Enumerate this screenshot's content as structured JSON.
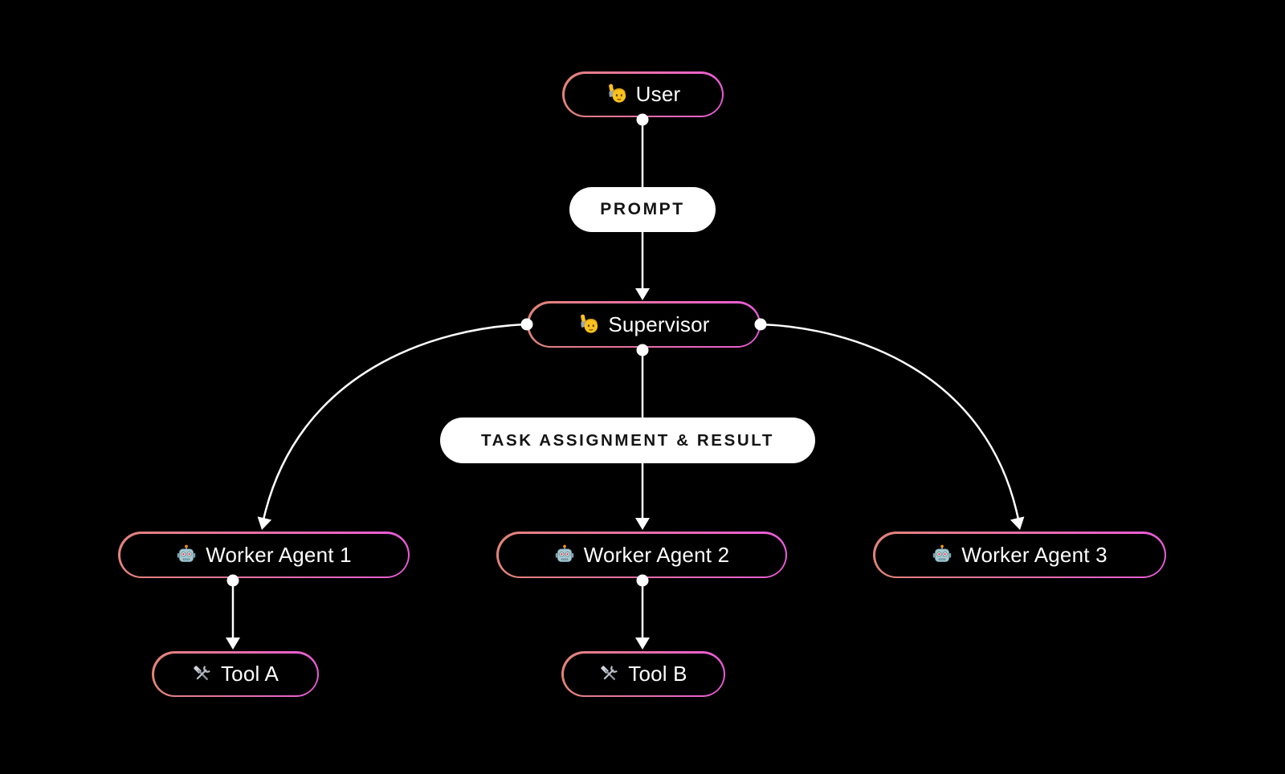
{
  "diagram": {
    "type": "flowchart",
    "nodes": {
      "user": {
        "label": "User",
        "icon": "person-raising-hand"
      },
      "supervisor": {
        "label": "Supervisor",
        "icon": "person-raising-hand"
      },
      "worker_agent_1": {
        "label": "Worker Agent 1",
        "icon": "robot"
      },
      "worker_agent_2": {
        "label": "Worker Agent 2",
        "icon": "robot"
      },
      "worker_agent_3": {
        "label": "Worker Agent 3",
        "icon": "robot"
      },
      "tool_a": {
        "label": "Tool A",
        "icon": "hammer-and-wrench"
      },
      "tool_b": {
        "label": "Tool B",
        "icon": "hammer-and-wrench"
      }
    },
    "edges": [
      {
        "from": "user",
        "to": "supervisor",
        "label": "PROMPT"
      },
      {
        "from": "supervisor",
        "to": "worker_agent_1",
        "label": ""
      },
      {
        "from": "supervisor",
        "to": "worker_agent_2",
        "label": "TASK ASSIGNMENT & RESULT"
      },
      {
        "from": "supervisor",
        "to": "worker_agent_3",
        "label": ""
      },
      {
        "from": "worker_agent_1",
        "to": "tool_a",
        "label": ""
      },
      {
        "from": "worker_agent_2",
        "to": "tool_b",
        "label": ""
      }
    ],
    "colors": {
      "background": "#000000",
      "node_border_start": "#e28477",
      "node_border_end": "#ea5bd8",
      "node_fill": "#000000",
      "node_text": "#ffffff",
      "edge_stroke": "#ffffff",
      "edge_label_bg": "#ffffff",
      "edge_label_text": "#141414"
    }
  }
}
